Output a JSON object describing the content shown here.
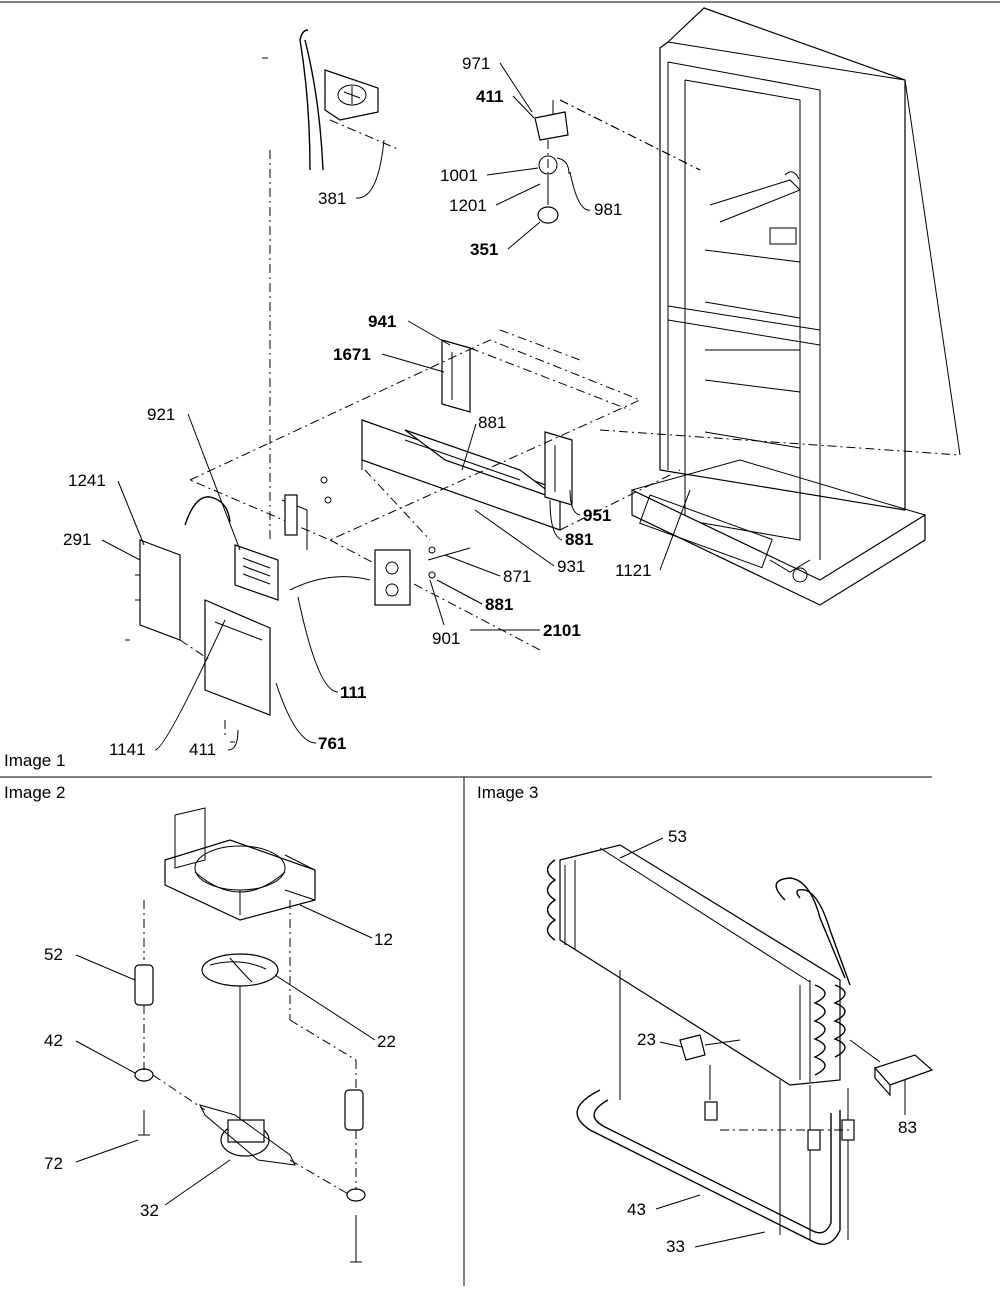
{
  "panels": [
    {
      "id": "image1",
      "title": "Image 1"
    },
    {
      "id": "image2",
      "title": "Image 2"
    },
    {
      "id": "image3",
      "title": "Image 3"
    }
  ],
  "callouts": {
    "image1": [
      "381",
      "971",
      "411",
      "1001",
      "1201",
      "981",
      "351",
      "941",
      "1671",
      "921",
      "881",
      "1241",
      "291",
      "951",
      "881",
      "871",
      "931",
      "1121",
      "881",
      "2101",
      "901",
      "111",
      "761",
      "1141",
      "411"
    ],
    "image2": [
      "12",
      "52",
      "22",
      "42",
      "72",
      "32"
    ],
    "image3": [
      "53",
      "23",
      "83",
      "43",
      "33"
    ]
  }
}
